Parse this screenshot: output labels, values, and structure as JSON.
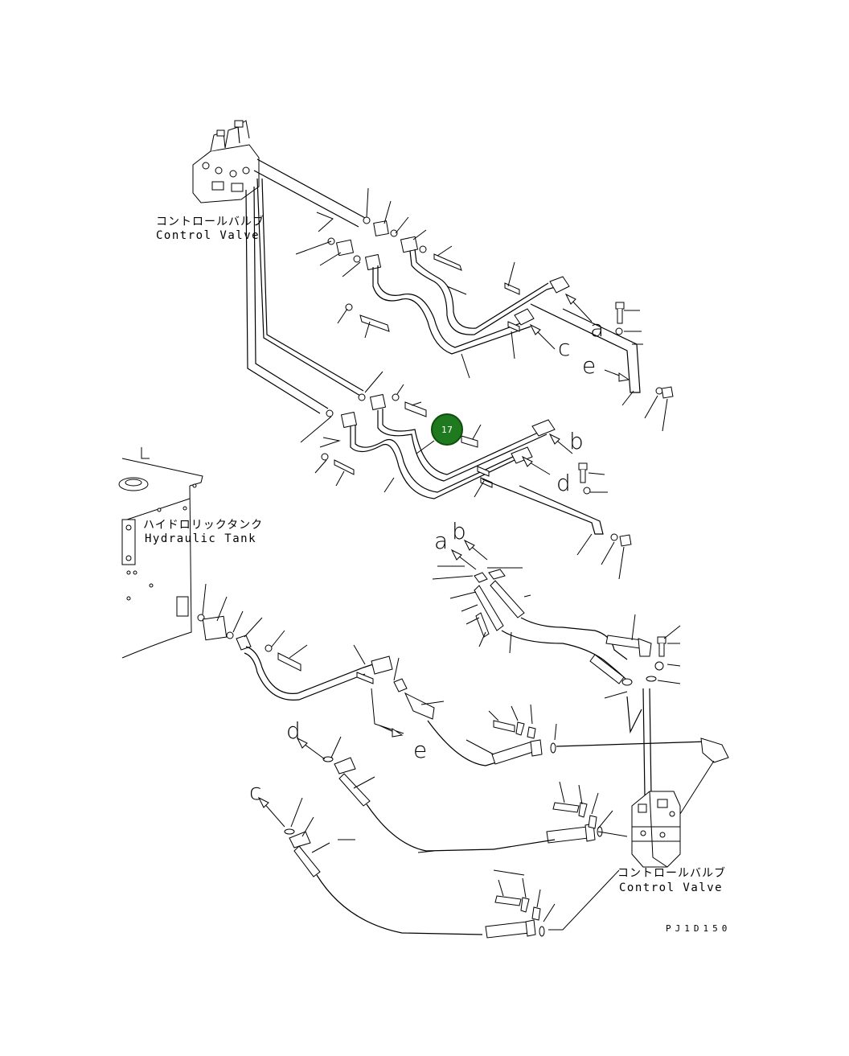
{
  "labels": {
    "control_valve_top_jp": "コントロールバルブ",
    "control_valve_top_en": "Control Valve",
    "hydraulic_tank_jp": "ハイドロリックタンク",
    "hydraulic_tank_en": "Hydraulic Tank",
    "control_valve_bottom_jp": "コントロールバルブ",
    "control_valve_bottom_en": "Control Valve",
    "drawing_code": "PJ1D150"
  },
  "connection_letters": {
    "a_top": "a",
    "c_top": "c",
    "e_top": "e",
    "b_mid": "b",
    "d_mid": "d",
    "a_low": "a",
    "b_low": "b",
    "d_low": "d",
    "e_low": "e",
    "c_low": "c"
  },
  "callout": {
    "number": "17",
    "color": "#1f7a1f"
  }
}
